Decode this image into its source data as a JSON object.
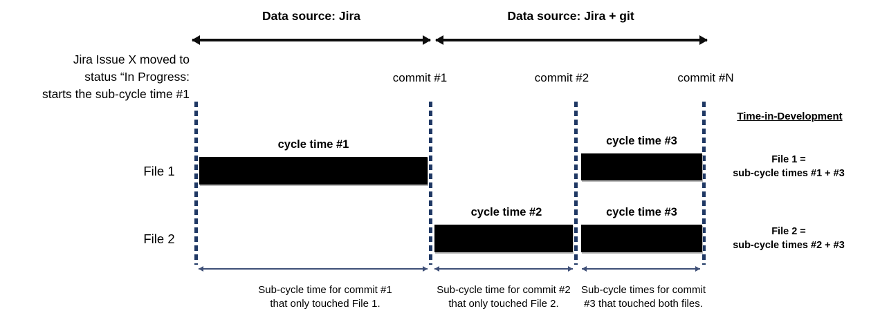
{
  "header": {
    "jira_label": "Data source: Jira",
    "jira_git_label": "Data source: Jira + git"
  },
  "left_note": {
    "line1": "Jira Issue X moved to",
    "line2": "status “In Progress:",
    "line3": "starts the sub-cycle time #1"
  },
  "commits": {
    "c1": "commit #1",
    "c2": "commit #2",
    "cn": "commit #N"
  },
  "rows": {
    "file1": "File 1",
    "file2": "File 2"
  },
  "bars": {
    "cycle1": "cycle time #1",
    "cycle2": "cycle time #2",
    "cycle3_file1": "cycle time #3",
    "cycle3_file2": "cycle time #3"
  },
  "summary": {
    "title": "Time-in-Development",
    "file1_line1": "File 1 =",
    "file1_line2": "sub-cycle times #1 + #3",
    "file2_line1": "File 2 =",
    "file2_line2": "sub-cycle times #2 + #3"
  },
  "captions": {
    "c1_line1": "Sub-cycle time for commit #1",
    "c1_line2": "that only touched File 1.",
    "c2_line1": "Sub-cycle time for commit #2",
    "c2_line2": "that only touched File 2.",
    "c3_line1": "Sub-cycle times for commit",
    "c3_line2": "#3 that touched both files."
  },
  "colors": {
    "bar": "#000000",
    "dashed_line": "#1f3864",
    "dimension_line": "#3e4f77",
    "arrow": "#0d0d0d"
  }
}
